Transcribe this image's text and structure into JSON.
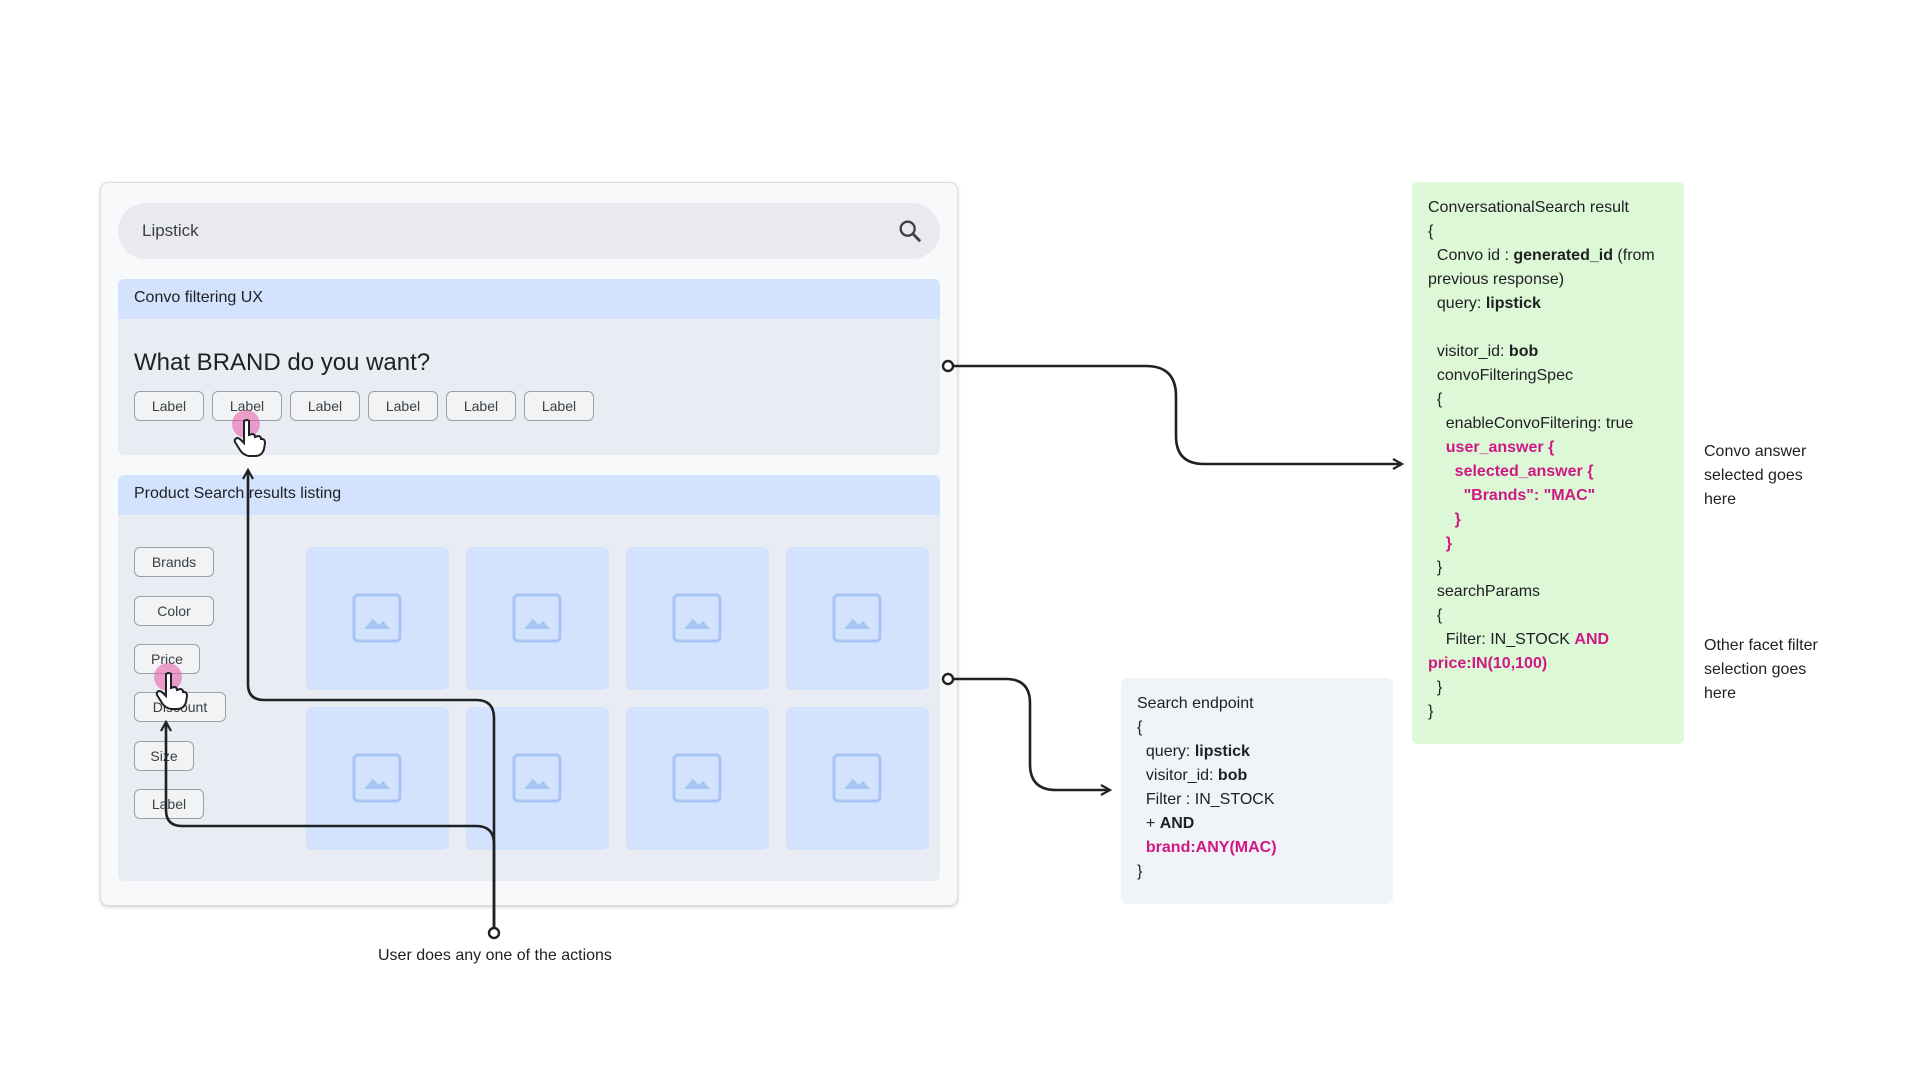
{
  "search": {
    "query": "Lipstick",
    "icon": "search-icon"
  },
  "convo_panel": {
    "header": "Convo filtering UX",
    "question": "What BRAND do you want?",
    "chips": [
      "Label",
      "Label",
      "Label",
      "Label",
      "Label",
      "Label"
    ]
  },
  "results_panel": {
    "header": "Product Search results listing",
    "facets": [
      "Brands",
      "Color",
      "Price",
      "Discount",
      "Size",
      "Label"
    ],
    "tile_count": 8,
    "tile_icon": "image-placeholder-icon"
  },
  "convo_result": {
    "title": "ConversationalSearch result",
    "open_brace": "{",
    "convo_id_label": "  Convo id : ",
    "convo_id_value": "generated_id",
    "convo_id_suffix": " (from",
    "convo_id_suffix2": "previous response)",
    "query_label": "  query: ",
    "query_value": "lipstick",
    "visitor_label": "  visitor_id: ",
    "visitor_value": "bob",
    "spec_label": "  convoFilteringSpec",
    "spec_open": "  {",
    "enable_line": "    enableConvoFiltering: true",
    "user_answer": "    user_answer {",
    "selected_answer": "      selected_answer {",
    "brands_line": "        \"Brands\": \"MAC\"",
    "close_inner": "      }",
    "close_mid": "    }",
    "spec_close": "  }",
    "params_label": "  searchParams",
    "params_open": "  {",
    "filter_label": "    Filter: IN_STOCK ",
    "filter_and": "AND",
    "filter_price": "price:IN(10,100)",
    "params_close": "  }",
    "close_brace": "}"
  },
  "search_endpoint": {
    "title": "Search endpoint",
    "open_brace": "{",
    "query_label": "  query: ",
    "query_value": "lipstick",
    "visitor_label": "  visitor_id: ",
    "visitor_value": "bob",
    "filter_line": "  Filter : IN_STOCK",
    "and_prefix": "  + ",
    "and_value": "AND",
    "brand_filter": "  brand:ANY(MAC)",
    "close_brace": "}"
  },
  "notes": {
    "convo_answer": [
      "Convo answer",
      "selected goes",
      "here"
    ],
    "other_facet": [
      "Other facet filter",
      "selection goes",
      "here"
    ],
    "user_action": "User does any one of the actions"
  },
  "colors": {
    "accent_pink": "#d01884",
    "panel_header_blue": "#d3e3fd",
    "result_green": "#dcf8d6",
    "endpoint_gray": "#f0f3f7"
  }
}
